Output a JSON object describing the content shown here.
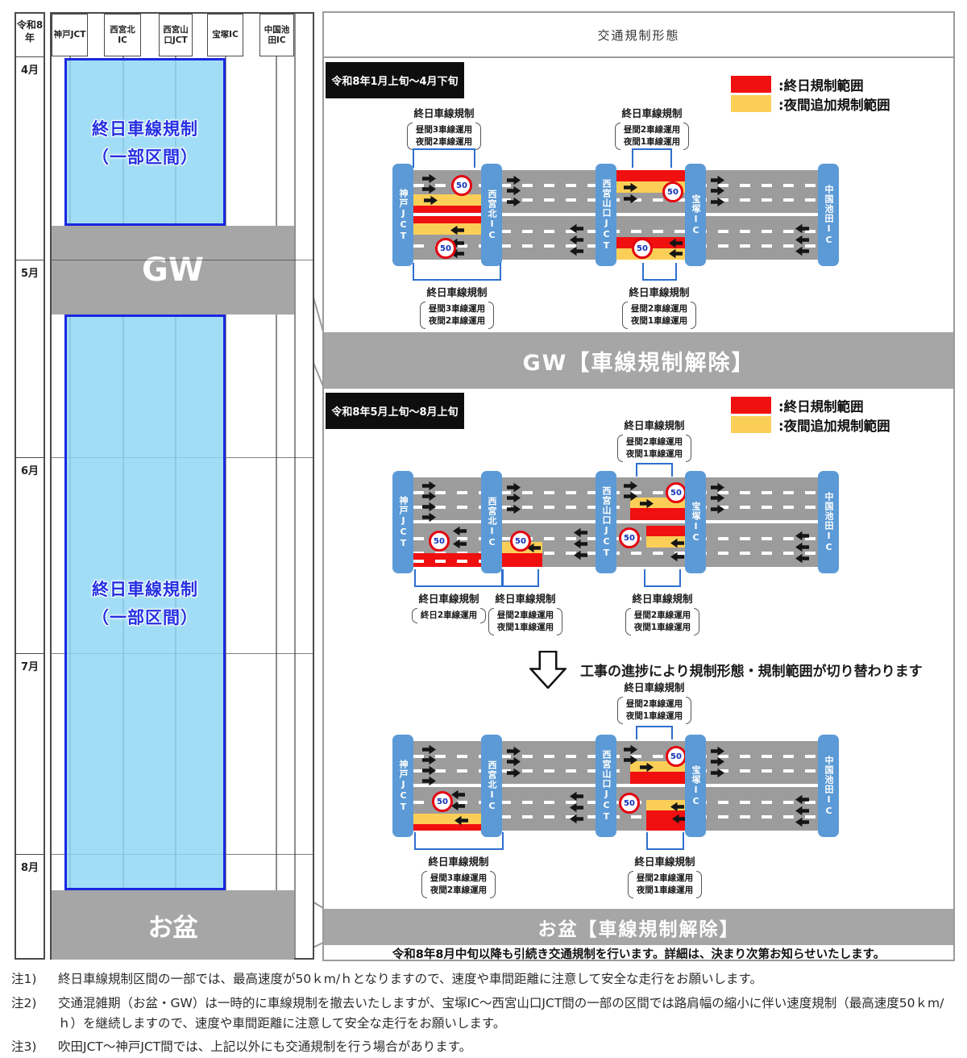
{
  "timeline": {
    "era": "令和8年",
    "months": [
      "4月",
      "5月",
      "6月",
      "7月",
      "8月"
    ],
    "stations": [
      "神戸JCT",
      "西宮北IC",
      "西宮山口JCT",
      "宝塚IC",
      "中国池田IC"
    ],
    "restriction_line1": "終日車線規制",
    "restriction_line2": "（一部区間）",
    "gw_label": "GW",
    "obon_label": "お盆"
  },
  "panel": {
    "title": "交通規制形態",
    "period1": "令和8年1月上旬～4月下旬",
    "period2": "令和8年5月上旬～8月上旬",
    "legend_allday": ":終日規制範囲",
    "legend_night": ":夜間追加規制範囲",
    "gw_band": "GW【車線規制解除】",
    "obon_band": "お盆【車線規制解除】",
    "obon_note": "令和8年8月中旬以降も引続き交通規制を行います。詳細は、決まり次第お知らせいたします。",
    "progress_note": "工事の進捗により規制形態・規制範囲が切り替わります"
  },
  "road": {
    "speed": "50"
  },
  "ann": {
    "d1tl": {
      "t": "終日車線規制",
      "l1": "昼間3車線運用",
      "l2": "夜間2車線運用"
    },
    "d1tr": {
      "t": "終日車線規制",
      "l1": "昼間2車線運用",
      "l2": "夜間1車線運用"
    },
    "d1bl": {
      "t": "終日車線規制",
      "l1": "昼間3車線運用",
      "l2": "夜間2車線運用"
    },
    "d1br": {
      "t": "終日車線規制",
      "l1": "昼間2車線運用",
      "l2": "夜間1車線運用"
    },
    "d2t": {
      "t": "終日車線規制",
      "l1": "昼間2車線運用",
      "l2": "夜間1車線運用"
    },
    "d2ba": {
      "t": "終日車線規制",
      "l1": "終日2車線運用"
    },
    "d2bb": {
      "t": "終日車線規制",
      "l1": "昼間2車線運用",
      "l2": "夜間1車線運用"
    },
    "d2bc": {
      "t": "終日車線規制",
      "l1": "昼間2車線運用",
      "l2": "夜間1車線運用"
    },
    "d3t": {
      "t": "終日車線規制",
      "l1": "昼間2車線運用",
      "l2": "夜間1車線運用"
    },
    "d3bl": {
      "t": "終日車線規制",
      "l1": "昼間3車線運用",
      "l2": "夜間2車線運用"
    },
    "d3br": {
      "t": "終日車線規制",
      "l1": "昼間2車線運用",
      "l2": "夜間1車線運用"
    }
  },
  "notes": [
    {
      "label": "注1)",
      "text": "終日車線規制区間の一部では、最高速度が50ｋm/ｈとなりますので、速度や車間距離に注意して安全な走行をお願いします。"
    },
    {
      "label": "注2)",
      "text": "交通混雑期（お盆・GW）は一時的に車線規制を撤去いたしますが、宝塚IC～西宮山口JCT間の一部の区間では路肩幅の縮小に伴い速度規制（最高速度50ｋm/ｈ）を継続しますので、速度や車間距離に注意して安全な走行をお願いします。"
    },
    {
      "label": "注3)",
      "text": "吹田JCT～神戸JCT間では、上記以外にも交通規制を行う場合があります。"
    }
  ]
}
